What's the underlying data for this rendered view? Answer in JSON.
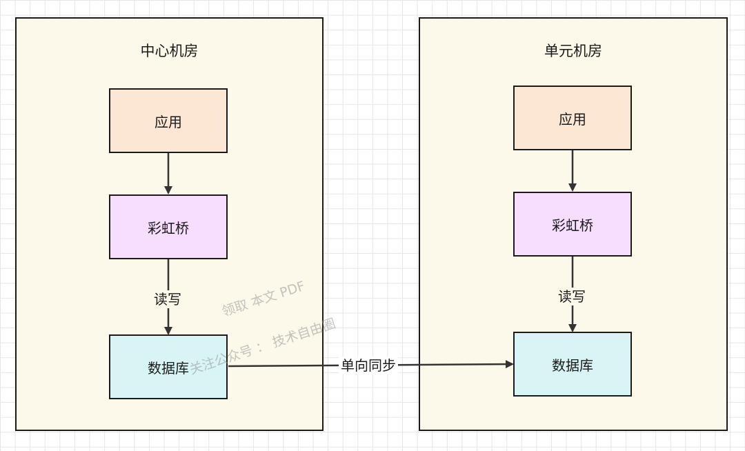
{
  "colors": {
    "room_bg": "#fcf8ea",
    "app_bg": "#fce6d4",
    "bridge_bg": "#f7defe",
    "db_bg": "#d8f4f4",
    "stroke": "#1a1a1a"
  },
  "center_room": {
    "title": "中心机房",
    "app": "应用",
    "bridge": "彩虹桥",
    "rw_label": "读写",
    "db": "数据库"
  },
  "unit_room": {
    "title": "单元机房",
    "app": "应用",
    "bridge": "彩虹桥",
    "rw_label": "读写",
    "db": "数据库"
  },
  "sync_label": "单向同步",
  "watermark": {
    "line1": "领取 本文 PDF",
    "line2": "关注公众号 ：  技术自由圈"
  }
}
